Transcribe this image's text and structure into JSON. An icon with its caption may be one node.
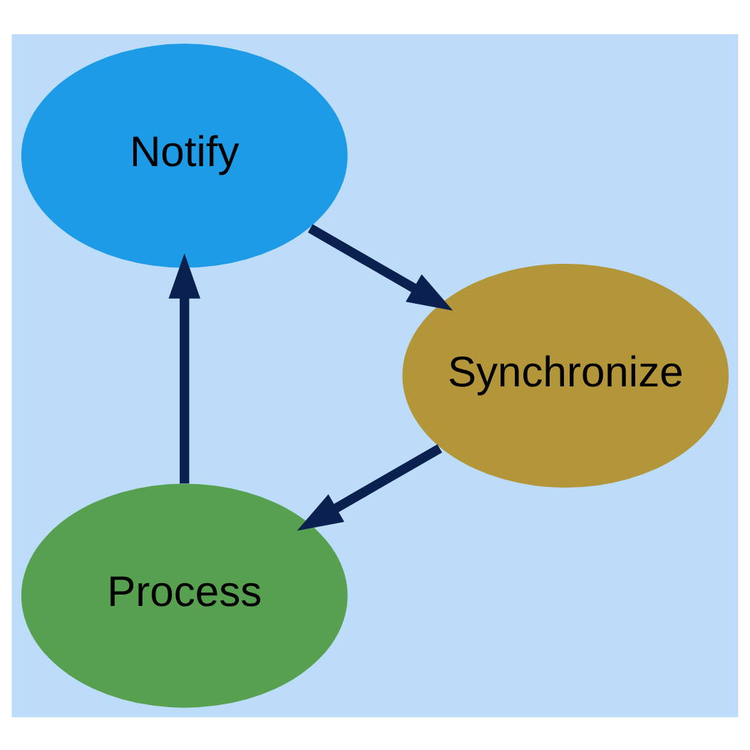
{
  "diagram": {
    "nodes": [
      {
        "text": [
          "Process"
        ]
      },
      {
        "text": [
          "Notify"
        ]
      },
      {
        "text": [
          "Synchronize"
        ]
      }
    ],
    "edges": [
      {
        "from": 0,
        "to": 1,
        "arrow": "to"
      },
      {
        "from": 1,
        "to": 2,
        "arrow": "to"
      },
      {
        "from": 2,
        "to": 0,
        "arrow": "to"
      }
    ]
  }
}
